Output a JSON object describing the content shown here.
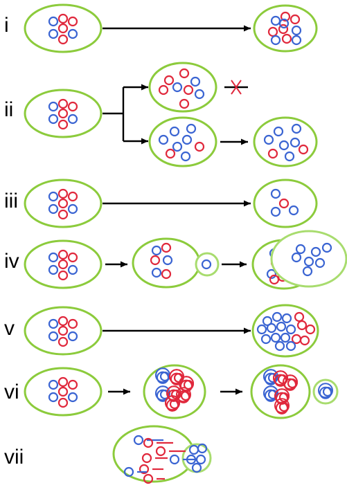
{
  "panels": [
    {
      "id": "i",
      "label": "i"
    },
    {
      "id": "ii",
      "label": "ii"
    },
    {
      "id": "iii",
      "label": "iii"
    },
    {
      "id": "iv",
      "label": "iv"
    },
    {
      "id": "v",
      "label": "v"
    },
    {
      "id": "vi",
      "label": "vi"
    },
    {
      "id": "vii",
      "label": "vii"
    }
  ],
  "colors": {
    "cell_outline": "#8CCB3C",
    "bud_outline": "#A8DC6E",
    "blue_circle": "#3A64D2",
    "red_circle": "#E0283C",
    "arrow": "#000000",
    "block_mark": "#E0283C"
  }
}
